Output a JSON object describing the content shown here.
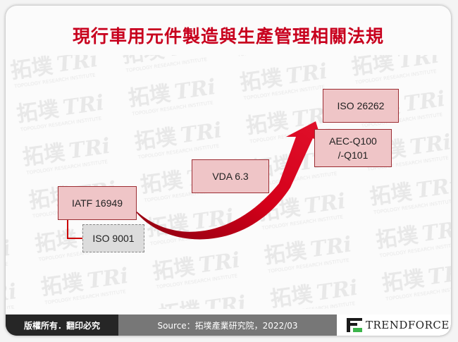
{
  "title": "現行車用元件製造與生產管理相關法規",
  "watermark": {
    "brand_cn": "拓墣",
    "brand_en": "TRi",
    "tagline": "TOPOLOGY RESEARCH INSTITUTE"
  },
  "nodes": {
    "iatf": "IATF 16949",
    "iso9001": "ISO 9001",
    "vda": "VDA 6.3",
    "aec": "AEC-Q100\n/-Q101",
    "iso26262": "ISO 26262"
  },
  "footer": {
    "copyright": "版權所有．翻印必究",
    "source": "Source：拓墣產業研究院，2022/03",
    "brand": "TRENDFORCE"
  },
  "colors": {
    "title_red": "#c8001e",
    "box_fill": "#efc5c7",
    "box_border": "#9c2d33",
    "arrow_red": "#d4001a",
    "connector_red": "#cc0000"
  }
}
